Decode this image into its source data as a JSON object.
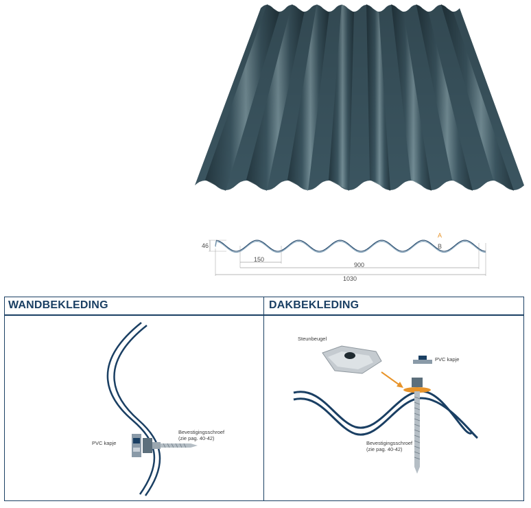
{
  "profile": {
    "height": "46",
    "pitch": "150",
    "cover_width": "900",
    "total_width": "1030",
    "label_a": "A",
    "label_b": "B"
  },
  "sections": {
    "wall": {
      "title": "WANDBEKLEDING",
      "pvc_label": "PVC kapje",
      "screw_label": "Bevestigingsschroef",
      "screw_ref": "(zie pag. 40-42)"
    },
    "roof": {
      "title": "DAKBEKLEDING",
      "bracket_label": "Steunbeugel",
      "pvc_label": "PVC kapje",
      "screw_label": "Bevestigingsschroef",
      "screw_ref": "(zie pag. 40-42)"
    }
  },
  "colors": {
    "sheet": "#3b5560",
    "sheet_dark": "#1f3139",
    "sheet_light": "#6f8a92",
    "navy": "#1a3f63",
    "accent": "#e8942a"
  }
}
